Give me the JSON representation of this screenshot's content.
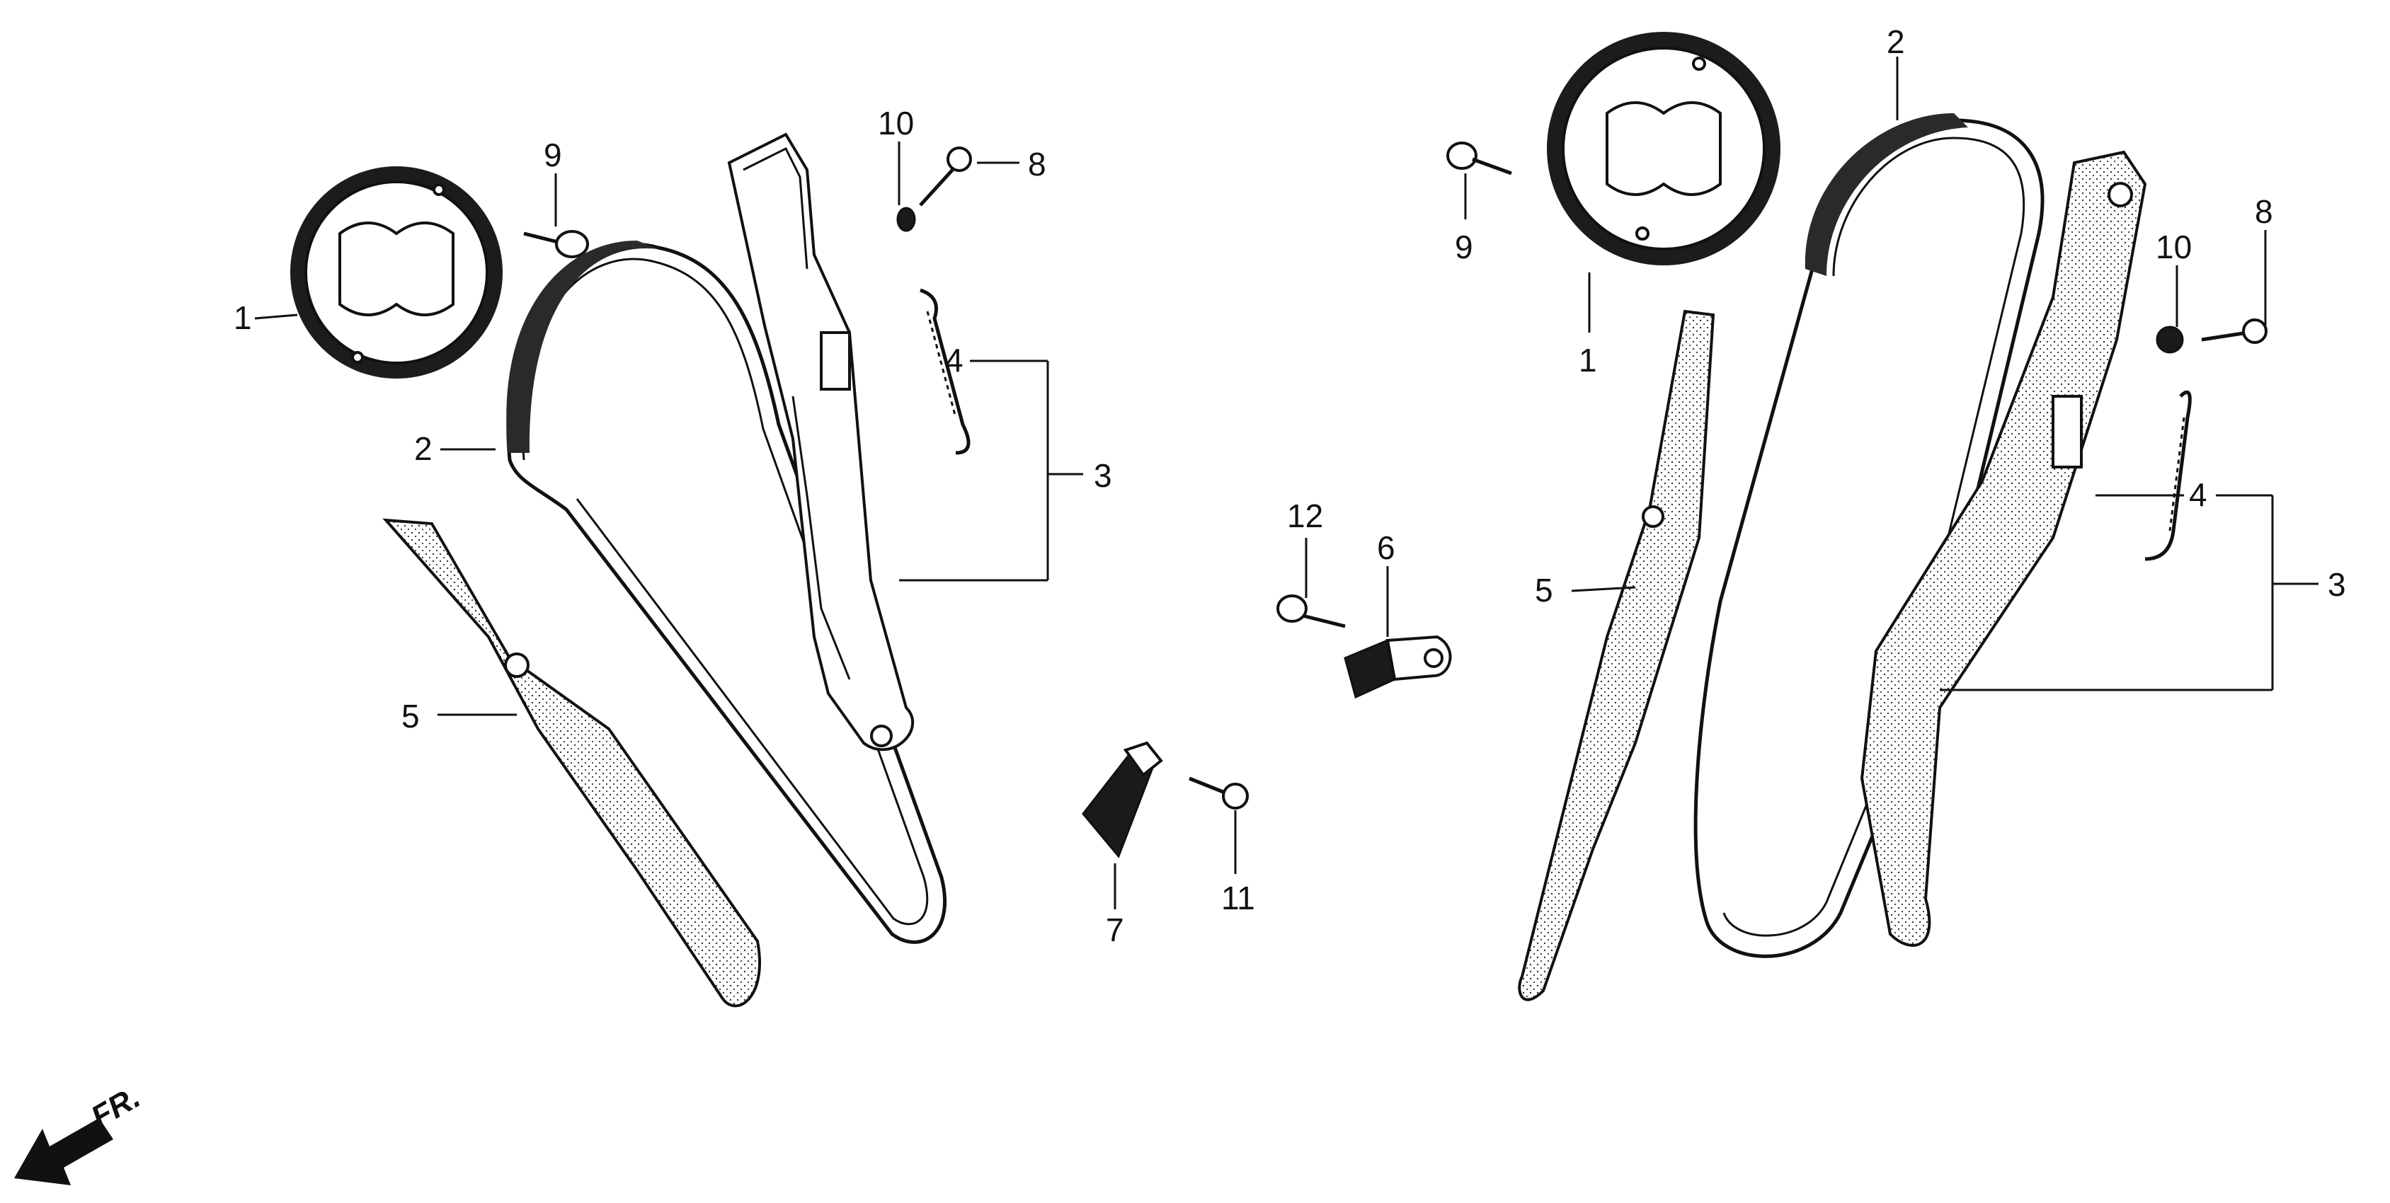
{
  "labels": {
    "n1": "1",
    "n2": "2",
    "n3": "3",
    "n4": "4",
    "n5": "5",
    "n6": "6",
    "n7": "7",
    "n8": "8",
    "n9": "9",
    "n10": "10",
    "n11": "11",
    "n12": "12"
  },
  "direction_label": "FR."
}
